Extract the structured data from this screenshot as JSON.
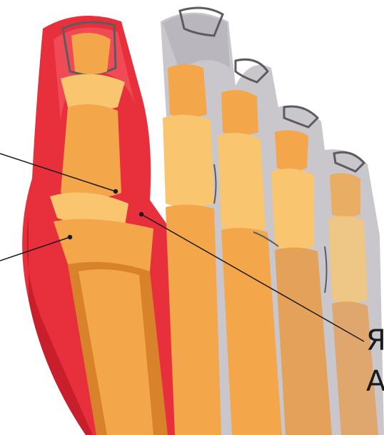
{
  "image": {
    "subject": "foot-xray-illustration",
    "colors": {
      "inflammation": "#e8303d",
      "inflammation_dark": "#c91f2c",
      "bone": "#f3a64a",
      "bone_light": "#f9c56f",
      "bone_dark": "#d9822c",
      "soft_tissue_grey": "#c9c6cc",
      "outline": "#5c5c60",
      "pointer_line": "#1a1a1a"
    }
  },
  "labels": {
    "line_1": "Я",
    "line_2": "А"
  }
}
